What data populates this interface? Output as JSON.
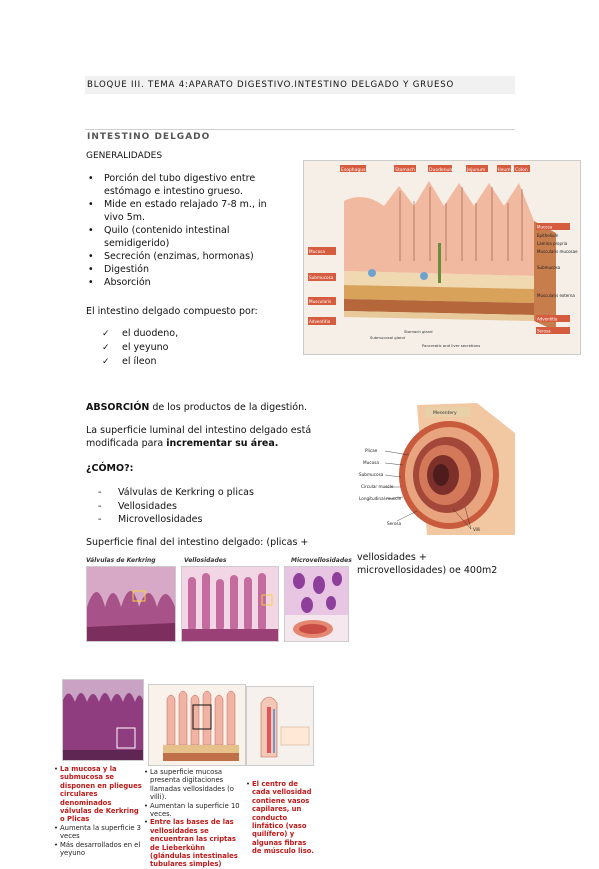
{
  "header": {
    "title": "BLOQUE III. TEMA 4:APARATO DIGESTIVO.INTESTINO DELGADO Y GRUESO"
  },
  "section": {
    "title": "INTESTINO DELGADO",
    "subtitle": "GENERALIDADES",
    "bullets": [
      "Porción del tubo digestivo entre estómago e intestino grueso.",
      "Mide en estado relajado 7-8 m., in vivo 5m.",
      "Quilo (contenido intestinal semidigerido)",
      "Secreción (enzimas, hormonas)",
      "Digestión",
      "Absorción"
    ],
    "compuesto": "El intestino delgado compuesto por:",
    "partes": [
      "el duodeno,",
      "el yeyuno",
      "el íleon"
    ]
  },
  "absorcion": {
    "lead_bold": "ABSORCIÓN",
    "lead_rest": " de los productos de la digestión.",
    "superficie_1": "La superficie luminal del intestino delgado está modificada para ",
    "superficie_bold": "incrementar su área.",
    "como": "¿CÓMO?:",
    "items": [
      "Válvulas de Kerkring o plicas",
      "Vellosidades",
      "Microvellosidades"
    ],
    "final_1": "Superficie final del intestino delgado:  (plicas +",
    "final_2": "vellosidades +",
    "final_3": "microvellosidades) oe 400m2"
  },
  "micro_labels": [
    "Válvulas de Kerkring",
    "Vellosidades",
    "Microvellosidades"
  ],
  "diagram_labels": {
    "top": [
      "Esophagus",
      "Stomach",
      "Duodenum",
      "Jejunum",
      "Ileum",
      "Colon"
    ],
    "left": [
      "Mucosa",
      "Submucosa",
      "Muscularis",
      "Adventitia"
    ],
    "right": [
      "Mucosa",
      "Epithelium",
      "Lamina propria",
      "Muscularis mucosae",
      "Submucosa",
      "Muscularis externa",
      "Adventitia",
      "Serosa"
    ],
    "bottom": [
      "Submucosal gland",
      "Stomach gland",
      "Pancreatic and liver secretions"
    ],
    "intestine": [
      "Mesentery",
      "Plicae",
      "Mucosa",
      "Submucosa",
      "Circular muscle",
      "Longitudinal muscle",
      "Serosa",
      "Villi"
    ]
  },
  "captions": {
    "c1": [
      "La mucosa y la submucosa se disponen en pliegues circulares denominados válvulas de Kerkring o Plicas",
      "Aumenta la superficie 3 veces",
      "Más desarrollados en el yeyuno"
    ],
    "c2": [
      "La superficie mucosa presenta digitaciones llamadas vellosidades (o villi).",
      "Aumentan la superficie 10 veces.",
      "Entre las bases de las vellosidades se encuentran las criptas de Lieberkühn (glándulas intestinales tubulares simples)"
    ],
    "c3": [
      "El centro de cada vellosidad contiene vasos capilares, un conducto linfático (vaso quilífero) y algunas fibras de músculo liso."
    ]
  }
}
